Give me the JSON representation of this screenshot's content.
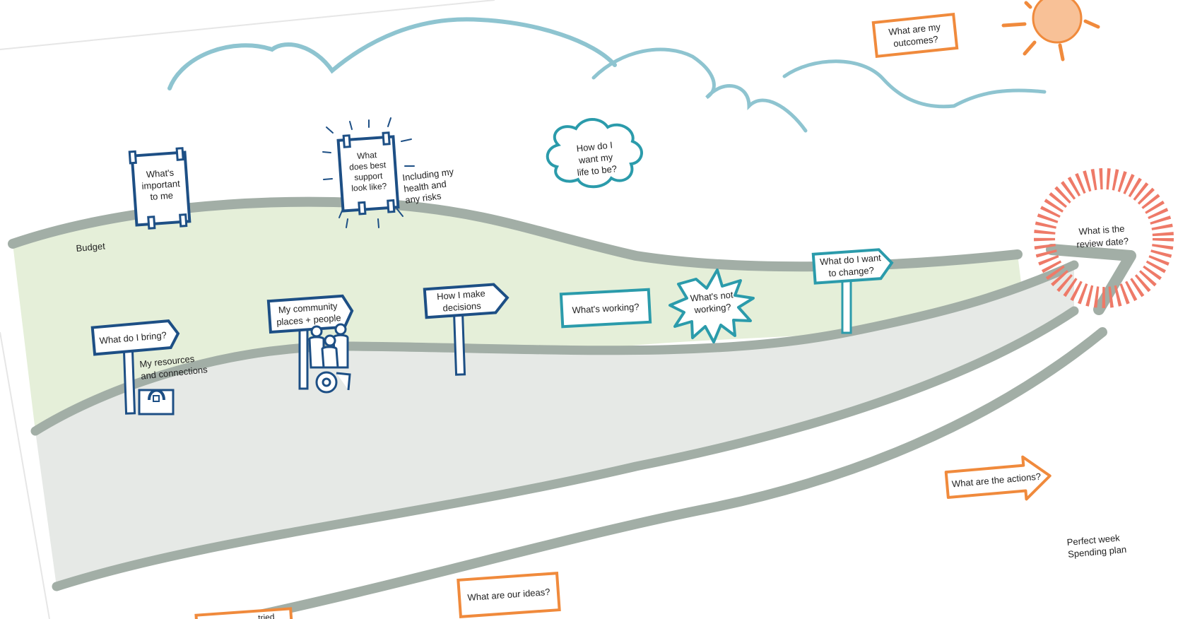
{
  "colors": {
    "navy": "#1d4f85",
    "teal": "#2b9bab",
    "orange": "#f08a3c",
    "sun_fill": "#f8c197",
    "cloud_line": "#8ec4d0",
    "road_border": "#a2aea6",
    "green_band": "#e5efd9",
    "grey_road": "#e6e9e6",
    "review_ring": "#ee7a68",
    "text": "#222222"
  },
  "labels": {
    "budget": "Budget",
    "resources": [
      "My resources",
      "and connections"
    ],
    "health": [
      "Including my",
      "health and",
      "any risks"
    ],
    "perfect_week": [
      "Perfect week",
      "Spending plan"
    ],
    "partial_bottom": "...tried"
  },
  "signs": {
    "important": [
      "What's",
      "important",
      "to me"
    ],
    "best_support": [
      "What",
      "does best",
      "support",
      "look like?"
    ],
    "bring": "What do I bring?",
    "community": [
      "My community",
      "places + people"
    ],
    "decisions": [
      "How I make",
      "decisions"
    ],
    "working": "What's working?",
    "not_working": [
      "What's not",
      "working?"
    ],
    "change": [
      "What do I want",
      "to change?"
    ],
    "life": [
      "How do I",
      "want my",
      "life to be?"
    ],
    "review": [
      "What is the",
      "review date?"
    ],
    "outcomes": [
      "What are my",
      "outcomes?"
    ],
    "actions": "What are the actions?",
    "ideas": "What are our ideas?"
  }
}
